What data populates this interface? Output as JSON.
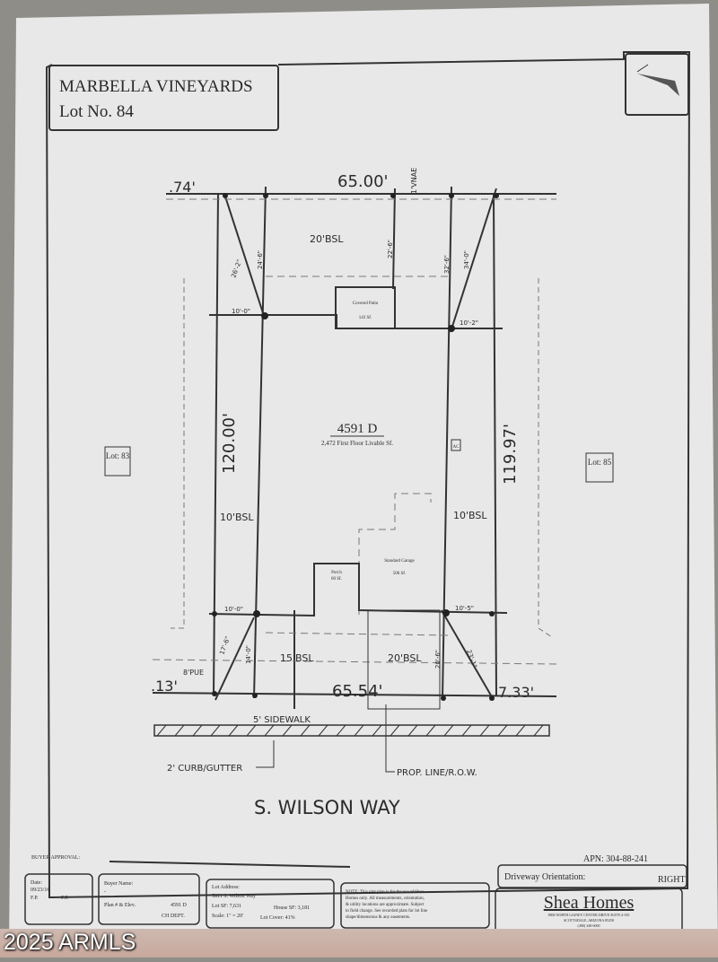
{
  "title_block": {
    "subdivision": "MARBELLA VINEYARDS",
    "lot": "Lot No.  84"
  },
  "compass": {
    "icon": "north-arrow-icon"
  },
  "dimensions": {
    "rear_left_partial": ".74'",
    "rear_width": "65.00'",
    "vnae": "1'VNAE",
    "left_depth": "120.00'",
    "right_depth": "119.97'",
    "front_width": "65.54'",
    "front_left_partial": ".13'",
    "front_right_partial": "7.33'",
    "pue": "8'PUE",
    "rear_bsl": "20'BSL",
    "left_bsl": "10'BSL",
    "right_bsl": "10'BSL",
    "front_bsl_left": "15'BSL",
    "front_bsl_right": "20'BSL",
    "rear_left_setback": "24'-6\"",
    "rear_left_diag": "26'-2\"",
    "rear_mid_setback": "22'-6\"",
    "rear_right_setback": "32'-6\"",
    "rear_right_diag": "34'-0\"",
    "rear_left_side": "10'-0\"",
    "rear_right_side": "10'-2\"",
    "front_left_side": "10'-0\"",
    "front_right_side": "10'-5\"",
    "front_left_setback": "14'-0\"",
    "front_left_diag": "17'-6\"",
    "front_right_setback": "20'-6\"",
    "front_right_diag": "23'-1\""
  },
  "house": {
    "plan": "4591 D",
    "livable": "2,472 First Floor Livable Sf.",
    "patio_name": "Covered Patio",
    "patio_area": "143 Sf.",
    "porch_name": "Porch",
    "porch_area": "60 Sf.",
    "garage_name": "Standard Garage",
    "garage_area": "506 Sf.",
    "ac": "AC"
  },
  "neighbors": {
    "left": "Lot: 83",
    "right": "Lot: 85"
  },
  "street": {
    "sidewalk": "5' SIDEWALK",
    "curb": "2' CURB/GUTTER",
    "row": "PROP. LINE/R.O.W.",
    "name": "S. WILSON WAY"
  },
  "footer": {
    "buyer_approval": "BUYER APPROVAL:",
    "apn": "APN: 304-88-241",
    "driveway_label": "Driveway Orientation:",
    "driveway_value": "RIGHT",
    "date_label": "Date:",
    "date_value": "09/23/16",
    "fp1": "F.P.",
    "fp2": "F.P.",
    "buyer_name_label": "Buyer Name:",
    "buyer_name_value": "-",
    "plan_elev_label": "Plan # & Elev.",
    "plan_elev_value": "4591 D",
    "dept": "CH DEPT.",
    "lot_address_label": "Lot Address:",
    "lot_address": "5811 S. Wilson Way",
    "lot_sf": "Lot SF: 7,631",
    "house_sf": "House SF: 3,181",
    "scale": "Scale: 1\" = 20'",
    "lot_cover": "Lot Cover: 41%",
    "note": [
      "NOTE: This plot plan is for the use of Shea",
      "Homes only. All measurements, orientation,",
      "& utility locations are approximate. Subject",
      "to field change. See recorded plats for lot line",
      "shape/dimensions & any easements."
    ],
    "company": "Shea Homes",
    "company_address": [
      "8800 NORTH GAINEY CENTER DRIVE SUITE # 350",
      "SCOTTSDALE, ARIZONA 85258",
      "(480) 348-6000"
    ]
  },
  "watermark": "2025 ARMLS"
}
